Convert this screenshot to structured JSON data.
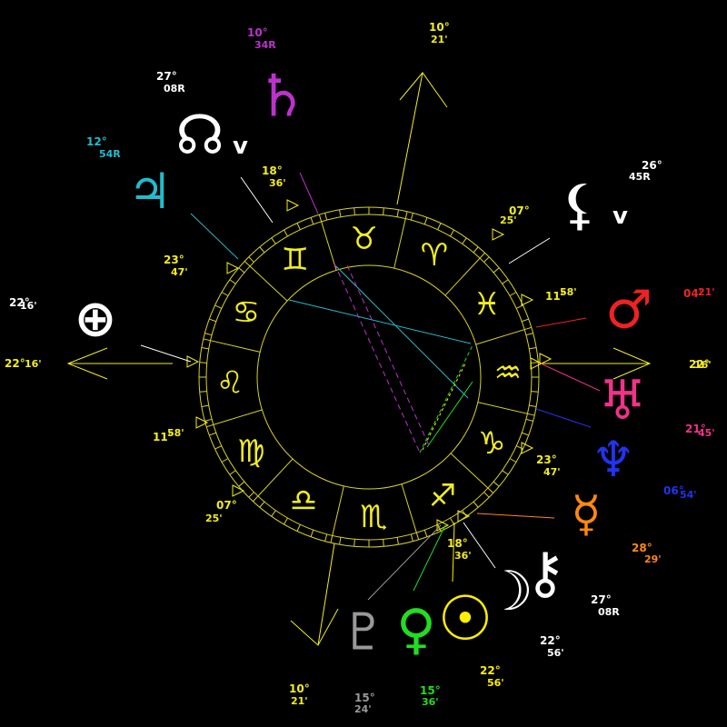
{
  "colors": {
    "background": "#000000",
    "wheel": "#d9d226",
    "gold": "#f2ee1e",
    "white": "#ffffff"
  },
  "signs": [
    {
      "name": "aries",
      "glyph": "♈"
    },
    {
      "name": "taurus",
      "glyph": "♉"
    },
    {
      "name": "gemini",
      "glyph": "♊"
    },
    {
      "name": "cancer",
      "glyph": "♋"
    },
    {
      "name": "leo",
      "glyph": "♌"
    },
    {
      "name": "virgo",
      "glyph": "♍"
    },
    {
      "name": "libra",
      "glyph": "♎"
    },
    {
      "name": "scorpio",
      "glyph": "♏"
    },
    {
      "name": "sagittarius",
      "glyph": "♐"
    },
    {
      "name": "capricorn",
      "glyph": "♑"
    },
    {
      "name": "aquarius",
      "glyph": "♒"
    },
    {
      "name": "pisces",
      "glyph": "♓"
    }
  ],
  "house_cusps": [
    {
      "id": "ascendant",
      "deg": "22°",
      "min": "16'"
    },
    {
      "id": "descendant",
      "deg": "22°",
      "min": "16'"
    },
    {
      "id": "mc",
      "deg": "10°",
      "min": "21'"
    },
    {
      "id": "ic",
      "deg": "10°",
      "min": "21'"
    },
    {
      "id": "cusp-11",
      "deg": "18°",
      "min": "36'"
    },
    {
      "id": "cusp-12",
      "deg": "23°",
      "min": "47'"
    },
    {
      "id": "cusp-2",
      "deg": "11°",
      "min": "58'"
    },
    {
      "id": "cusp-3",
      "deg": "07°",
      "min": "25'"
    },
    {
      "id": "cusp-5",
      "deg": "18°",
      "min": "36'"
    },
    {
      "id": "cusp-6",
      "deg": "23°",
      "min": "47'"
    },
    {
      "id": "cusp-8",
      "deg": "11°",
      "min": "58'"
    },
    {
      "id": "cusp-9",
      "deg": "07°",
      "min": "25'"
    }
  ],
  "planets": [
    {
      "name": "saturn",
      "icon": "saturn-icon",
      "glyph": "♄",
      "deg": "10°",
      "min": "34R",
      "color": "#bb33cc"
    },
    {
      "name": "north-node",
      "icon": "north-node-icon",
      "glyph": "☊",
      "suffix": "v",
      "deg": "27°",
      "min": "08R",
      "color": "#ffffff"
    },
    {
      "name": "jupiter",
      "icon": "jupiter-icon",
      "glyph": "♃",
      "deg": "12°",
      "min": "54R",
      "color": "#22bbcc"
    },
    {
      "name": "part-of-fortune",
      "icon": "part-of-fortune-icon",
      "glyph": "⊕",
      "deg": "22°",
      "min": "16'",
      "color": "#ffffff"
    },
    {
      "name": "lilith",
      "icon": "lilith-icon",
      "glyph": "⚸",
      "suffix": "v",
      "deg": "26°",
      "min": "45R",
      "color": "#ffffff"
    },
    {
      "name": "mars",
      "icon": "mars-icon",
      "glyph": "♂",
      "deg": "04°",
      "min": "21'",
      "color": "#ee2222"
    },
    {
      "name": "uranus",
      "icon": "uranus-icon",
      "glyph": "♅",
      "deg": "21°",
      "min": "45'",
      "color": "#ee3388"
    },
    {
      "name": "neptune",
      "icon": "neptune-icon",
      "glyph": "♆",
      "deg": "06°",
      "min": "54'",
      "color": "#2233ee"
    },
    {
      "name": "mercury",
      "icon": "mercury-icon",
      "glyph": "☿",
      "deg": "28°",
      "min": "29'",
      "color": "#ff8811"
    },
    {
      "name": "chiron",
      "icon": "chiron-icon",
      "glyph": "⚷",
      "deg": "27°",
      "min": "08R",
      "color": "#ffffff"
    },
    {
      "name": "moon",
      "icon": "moon-icon",
      "glyph": "☽",
      "deg": "22°",
      "min": "56'",
      "color": "#ffffff"
    },
    {
      "name": "sun",
      "icon": "sun-icon",
      "glyph": "☉",
      "deg": "22°",
      "min": "56'",
      "color": "#ffee00"
    },
    {
      "name": "venus",
      "icon": "venus-icon",
      "glyph": "♀",
      "deg": "15°",
      "min": "36'",
      "color": "#22dd22"
    },
    {
      "name": "pluto",
      "icon": "pluto-icon",
      "glyph": "♇",
      "deg": "15°",
      "min": "24'",
      "color": "#999999"
    }
  ]
}
